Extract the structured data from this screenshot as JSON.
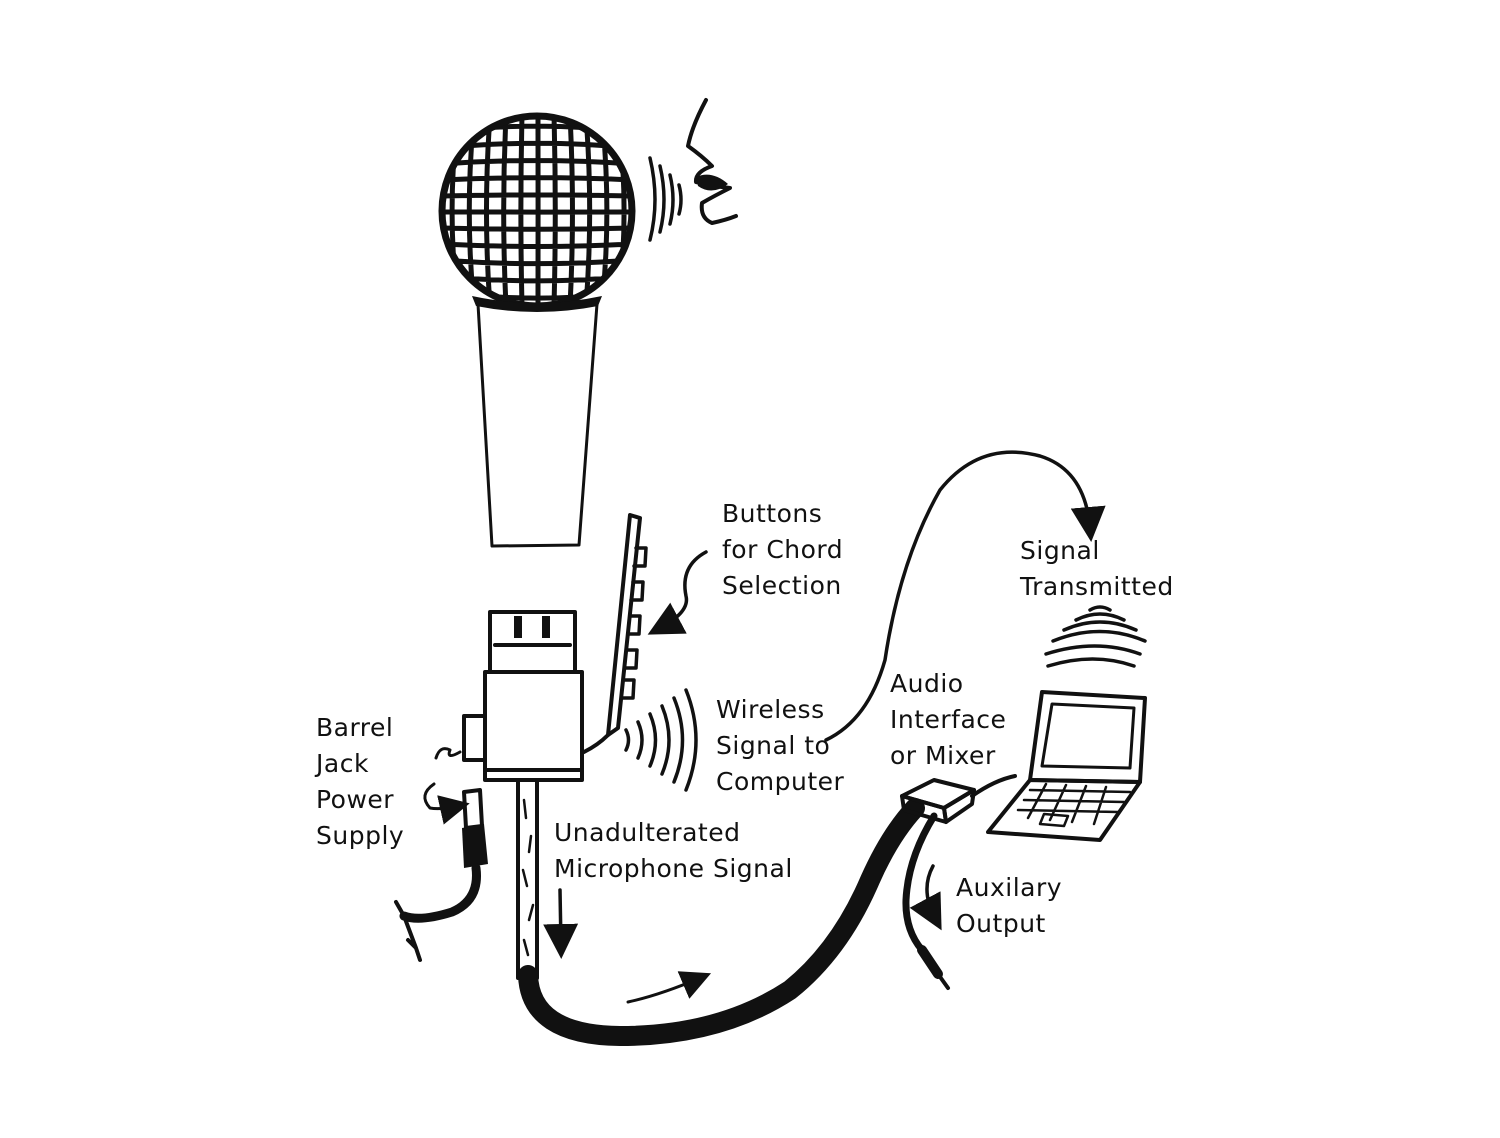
{
  "colors": {
    "ink": "#111111",
    "background": "#ffffff"
  },
  "labels": {
    "buttons": [
      "Buttons",
      "for Chord",
      "Selection"
    ],
    "signal_transmitted": [
      "Signal",
      "Transmitted"
    ],
    "audio_interface": [
      "Audio",
      "Interface",
      "or Mixer"
    ],
    "wireless": [
      "Wireless",
      "Signal to",
      "Computer"
    ],
    "barrel": [
      "Barrel",
      "Jack",
      "Power",
      "Supply"
    ],
    "unadulterated": [
      "Unadulterated",
      "Microphone Signal"
    ],
    "auxiliary": [
      "Auxilary",
      "Output"
    ]
  },
  "icons": {
    "microphone": "microphone-icon",
    "mouth": "mouth-icon",
    "laptop": "laptop-icon",
    "mixer": "mixer-icon"
  }
}
